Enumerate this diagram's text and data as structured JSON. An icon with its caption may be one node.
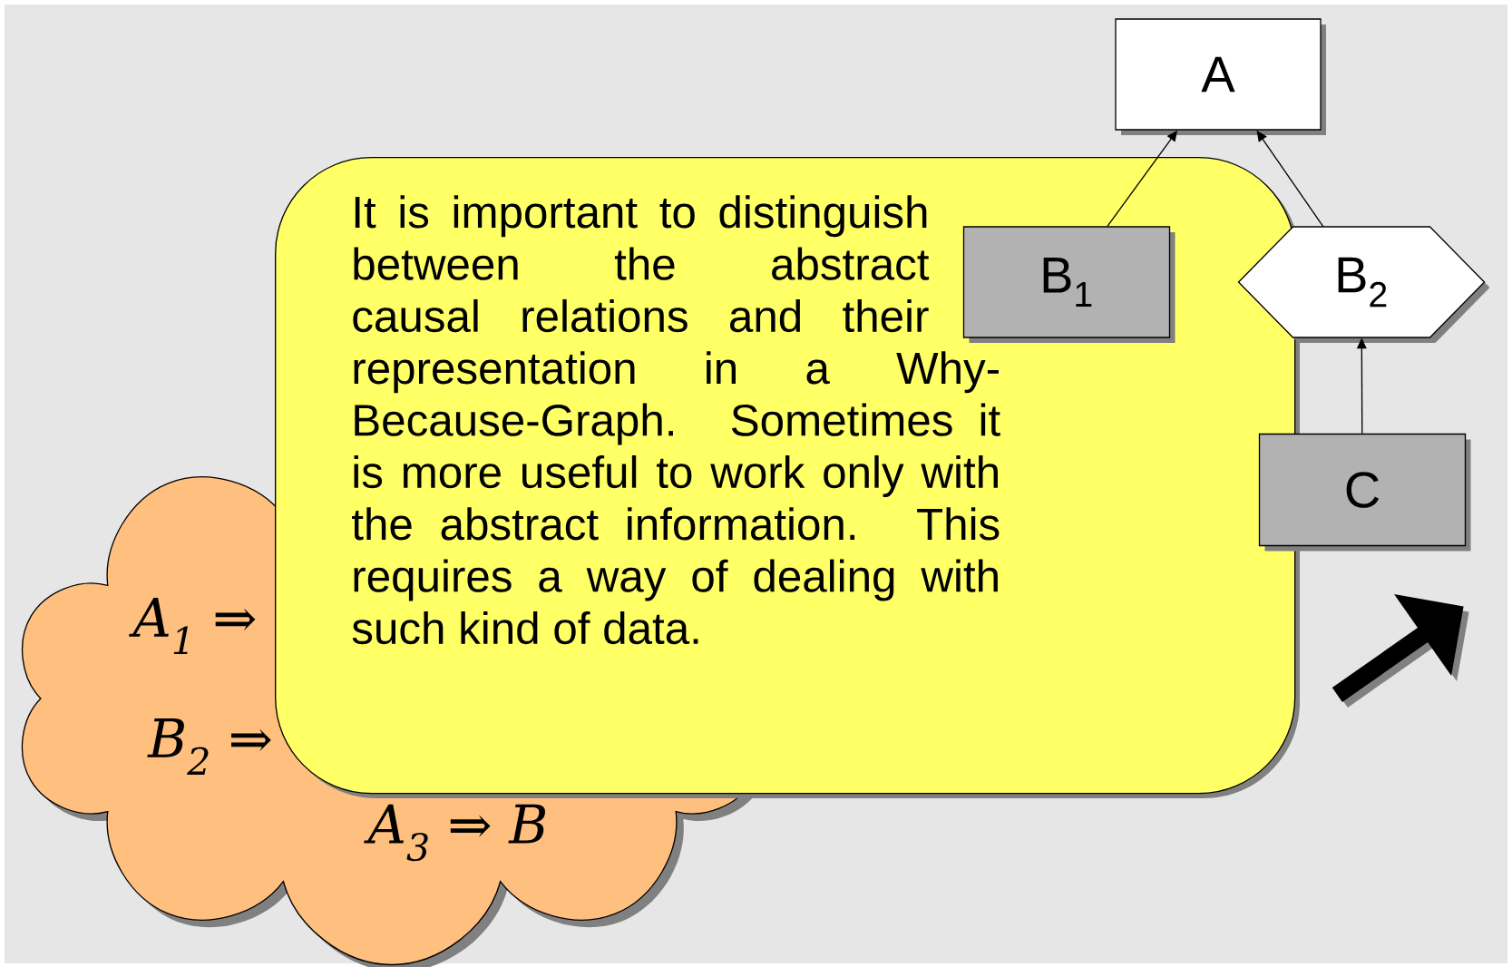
{
  "diagram": {
    "nodes": [
      {
        "text": [
          "A"
        ]
      },
      {
        "text": [
          "It is important to distinguish between the abstract causal relations and their representation in a Why-Because-Graph. Sometimes it is more useful to work only with the abstract information. This requires a way of dealing with such kind of data."
        ]
      },
      {
        "text": [
          "B$_{1}$"
        ],
        "in": 1
      },
      {
        "text": [
          "B$_{2}$"
        ]
      },
      {
        "text": [
          "C"
        ]
      },
      {
        "text": [
          "A$_{1}$ ⇒",
          "B$_{2}$ ⇒",
          "A$_{3}$ ⇒ B"
        ]
      }
    ],
    "edges": [
      {
        "from": 2,
        "to": 0,
        "arrow": "to"
      },
      {
        "from": 3,
        "to": 0,
        "arrow": "to"
      },
      {
        "from": 4,
        "to": 3,
        "arrow": "to"
      }
    ]
  }
}
